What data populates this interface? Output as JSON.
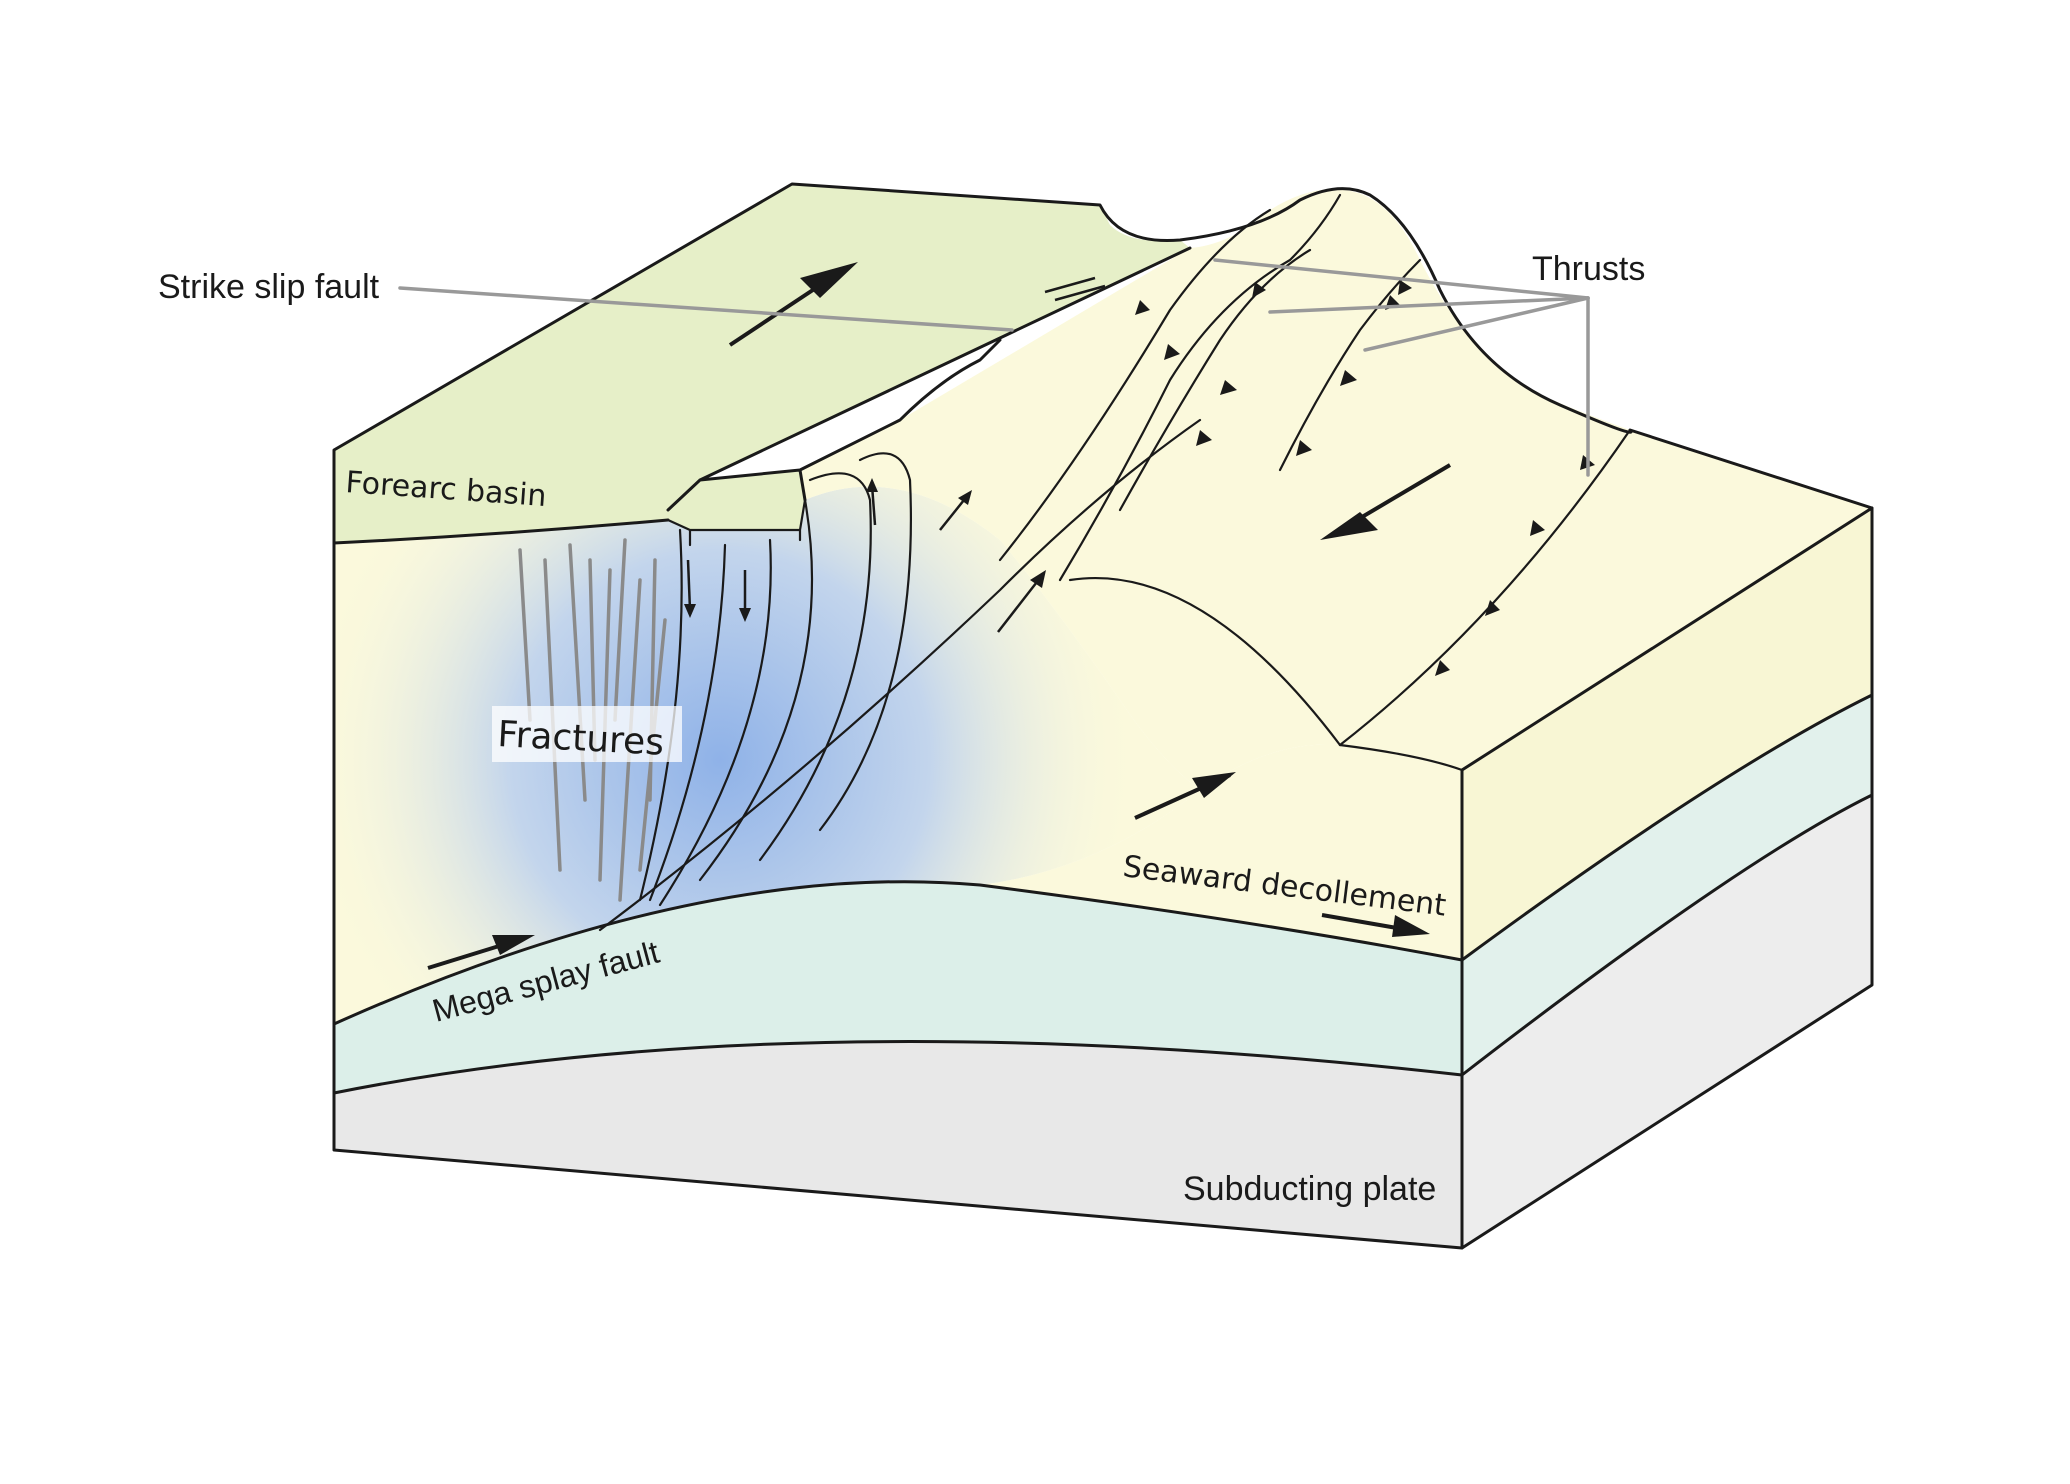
{
  "labels": {
    "strike_slip_fault": "Strike slip fault",
    "thrusts": "Thrusts",
    "forearc_basin": "Forearc basin",
    "fractures": "Fractures",
    "seaward_decollement": "Seaward decollement",
    "mega_splay_fault": "Mega splay fault",
    "subducting_plate": "Subducting plate"
  },
  "colors": {
    "forearc_basin_fill": "#e6efc8",
    "wedge_fill": "#fbf9dc",
    "fractured_zone": "#8fb2e8",
    "middle_layer": "#dcefe9",
    "subducting_plate": "#e8e8e8",
    "leader_line": "#999999",
    "outline": "#1a1a1a"
  }
}
